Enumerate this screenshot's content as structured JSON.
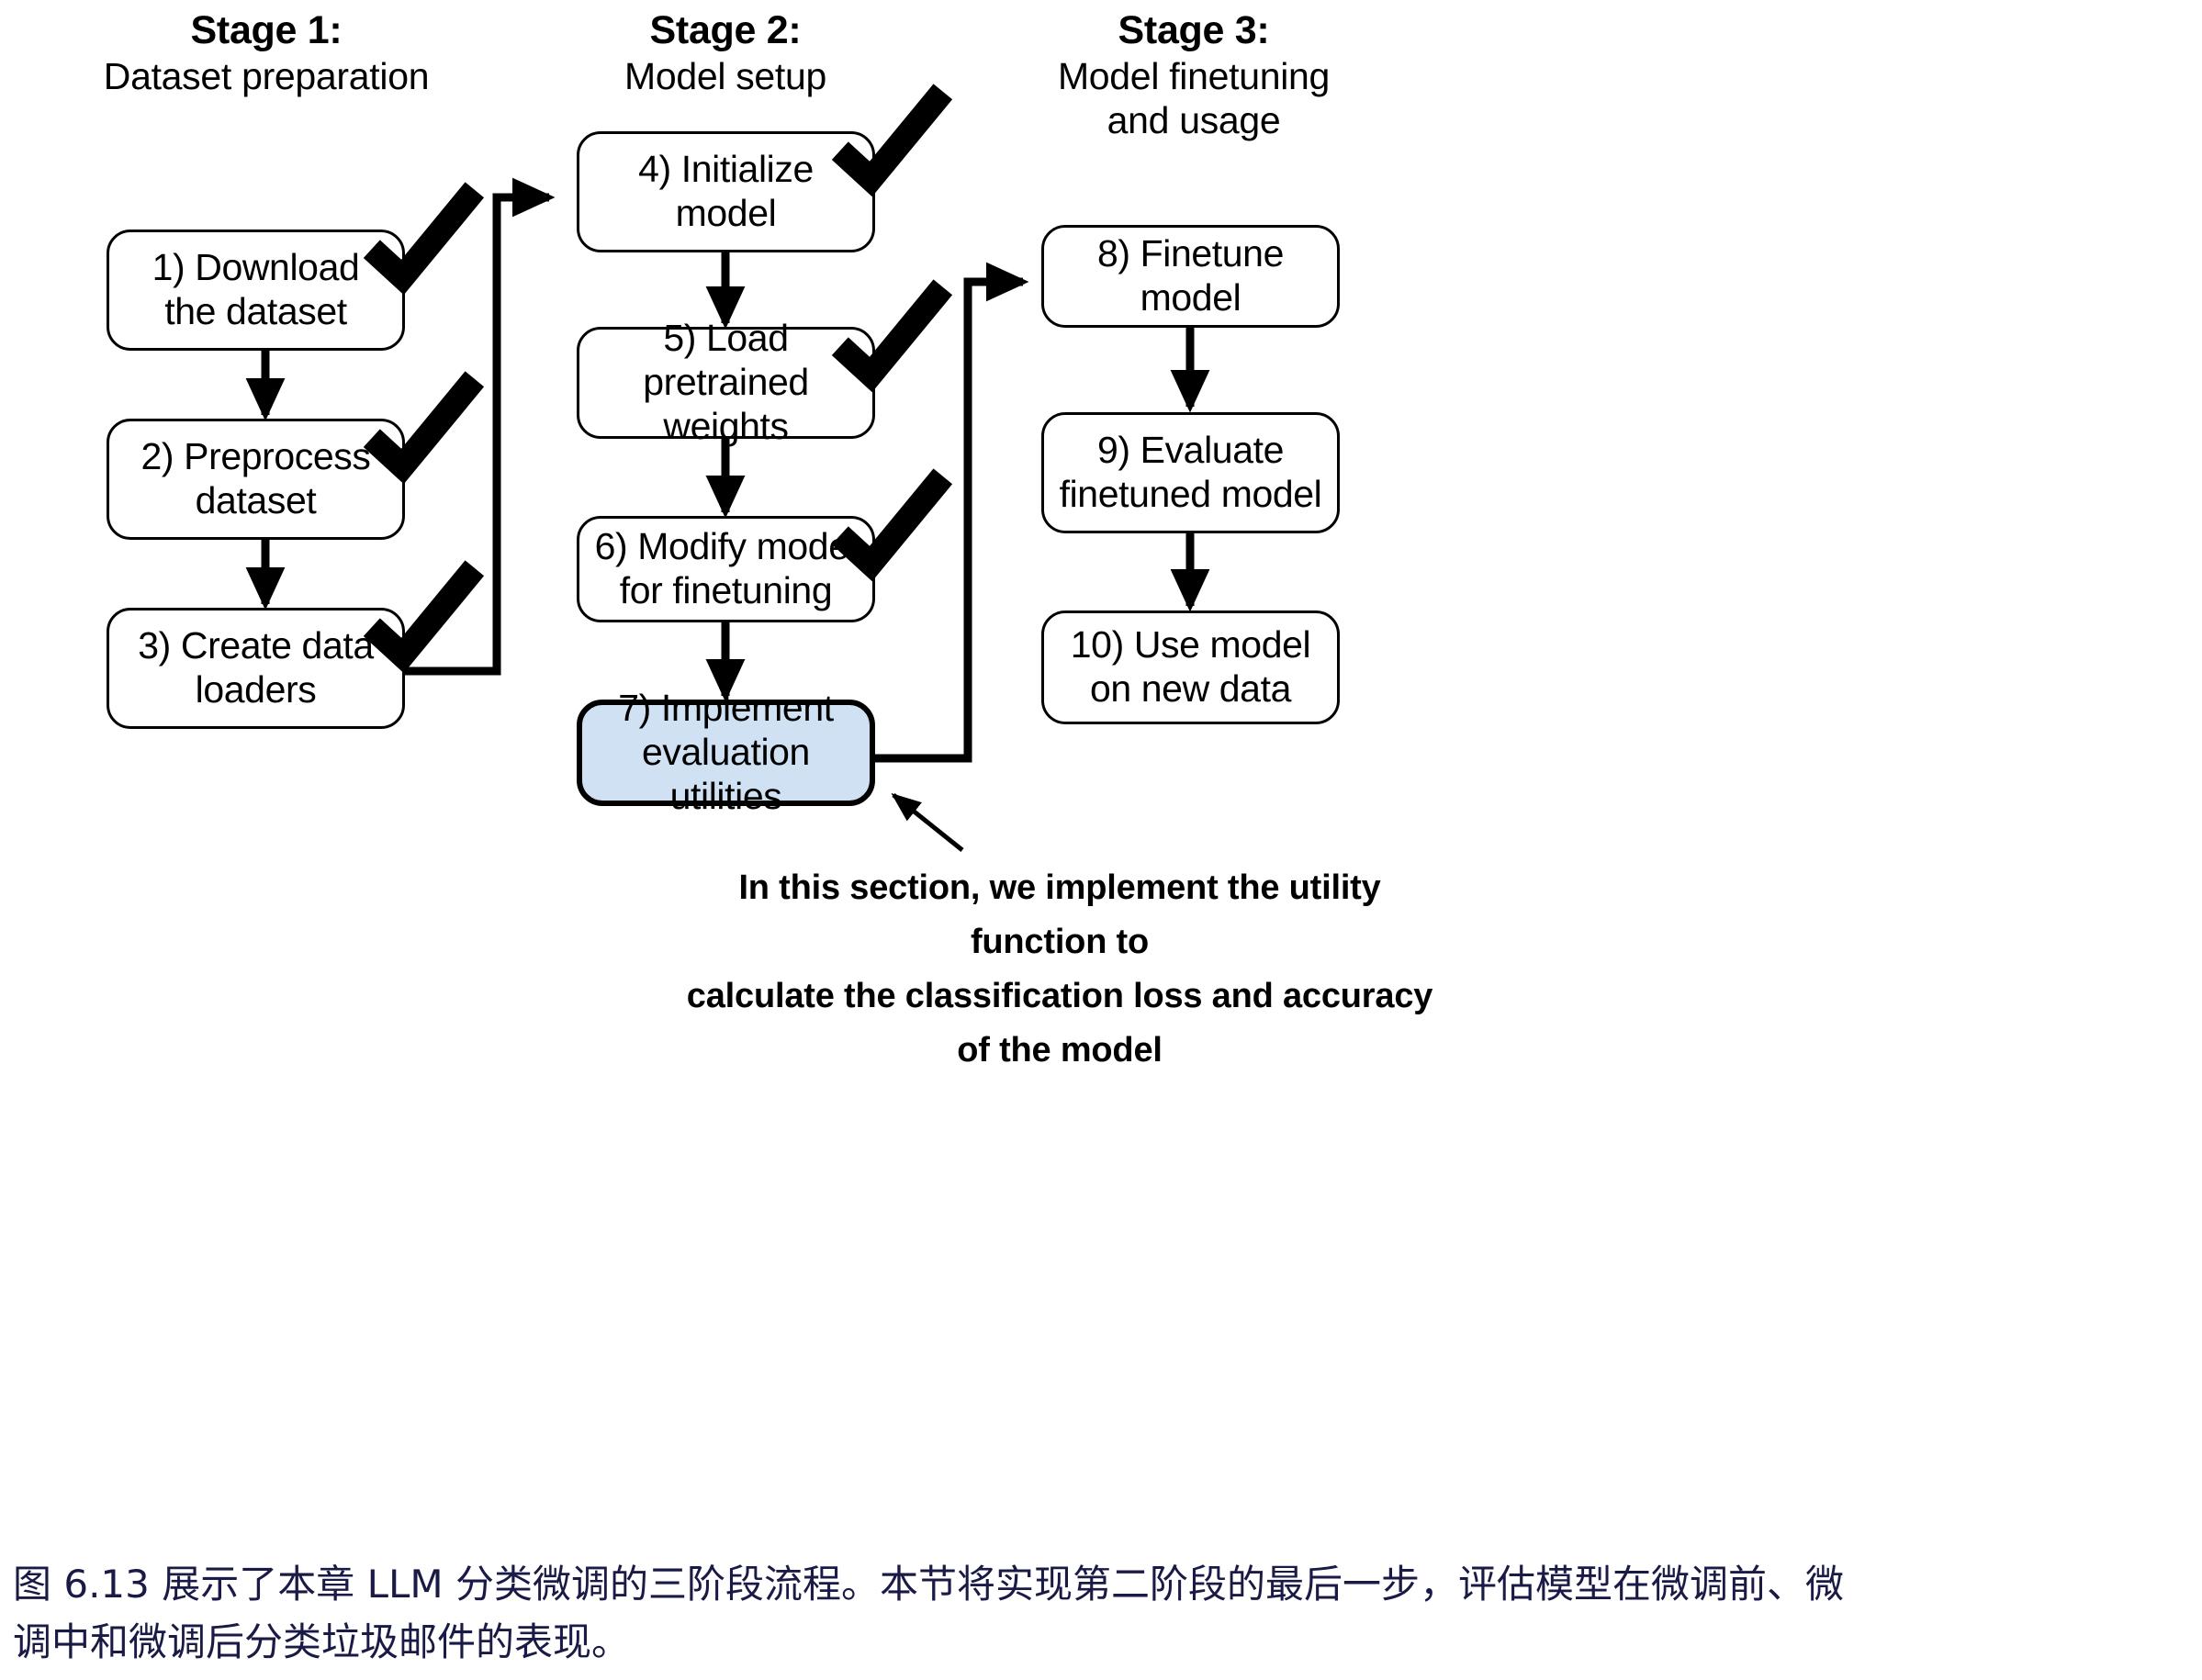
{
  "figure": {
    "stages": [
      {
        "title": "Stage 1:",
        "subtitle": "Dataset preparation"
      },
      {
        "title": "Stage 2:",
        "subtitle": "Model setup"
      },
      {
        "title": "Stage 3:",
        "subtitle_line1": "Model finetuning",
        "subtitle_line2": "and usage"
      }
    ],
    "boxes": [
      {
        "id": "box-1",
        "line1": "1) Download",
        "line2": "the dataset",
        "stage": 1,
        "checked": true,
        "highlighted": false
      },
      {
        "id": "box-2",
        "line1": "2) Preprocess",
        "line2": "dataset",
        "stage": 1,
        "checked": true,
        "highlighted": false
      },
      {
        "id": "box-3",
        "line1": "3) Create data",
        "line2": "loaders",
        "stage": 1,
        "checked": true,
        "highlighted": false
      },
      {
        "id": "box-4",
        "line1": "4) Initialize",
        "line2": "model",
        "stage": 2,
        "checked": true,
        "highlighted": false
      },
      {
        "id": "box-5",
        "line1": "5) Load pretrained",
        "line2": "weights",
        "stage": 2,
        "checked": true,
        "highlighted": false
      },
      {
        "id": "box-6",
        "line1": "6) Modify model",
        "line2": "for finetuning",
        "stage": 2,
        "checked": true,
        "highlighted": false
      },
      {
        "id": "box-7",
        "line1": "7) Implement",
        "line2": "evaluation utilities",
        "stage": 2,
        "checked": false,
        "highlighted": true
      },
      {
        "id": "box-8",
        "line1": "8) Finetune model",
        "line2": "",
        "stage": 3,
        "checked": false,
        "highlighted": false
      },
      {
        "id": "box-9",
        "line1": "9) Evaluate",
        "line2": "finetuned model",
        "stage": 3,
        "checked": false,
        "highlighted": false
      },
      {
        "id": "box-10",
        "line1": "10) Use model",
        "line2": "on new data",
        "stage": 3,
        "checked": false,
        "highlighted": false
      }
    ],
    "annotation": {
      "line1": "In this section, we implement the utility function to",
      "line2": "calculate the classification loss and accuracy of the model"
    },
    "caption": {
      "line1": "图 6.13 展示了本章 LLM 分类微调的三阶段流程。本节将实现第二阶段的最后一步，评估模型在微调前、微",
      "line2": "调中和微调后分类垃圾邮件的表现。"
    },
    "colors": {
      "highlight_fill": "#cfe1f3",
      "stroke": "#000000",
      "caption_text": "#1a1a46",
      "background": "#ffffff"
    }
  }
}
